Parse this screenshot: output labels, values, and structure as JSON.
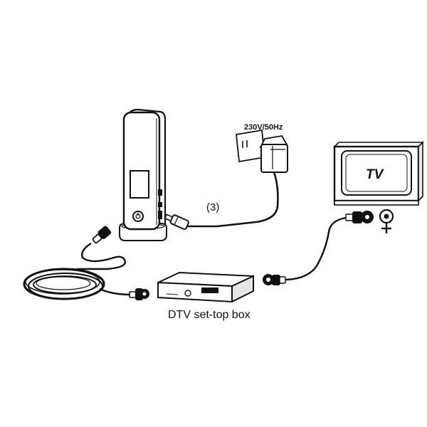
{
  "labels": {
    "power": "230V/50Hz",
    "step": "(3)",
    "tv": "TV",
    "stb": "DTV set-top box"
  },
  "colors": {
    "ink": "#111111",
    "paper": "#ffffff",
    "shade": "#e6e6e6"
  }
}
